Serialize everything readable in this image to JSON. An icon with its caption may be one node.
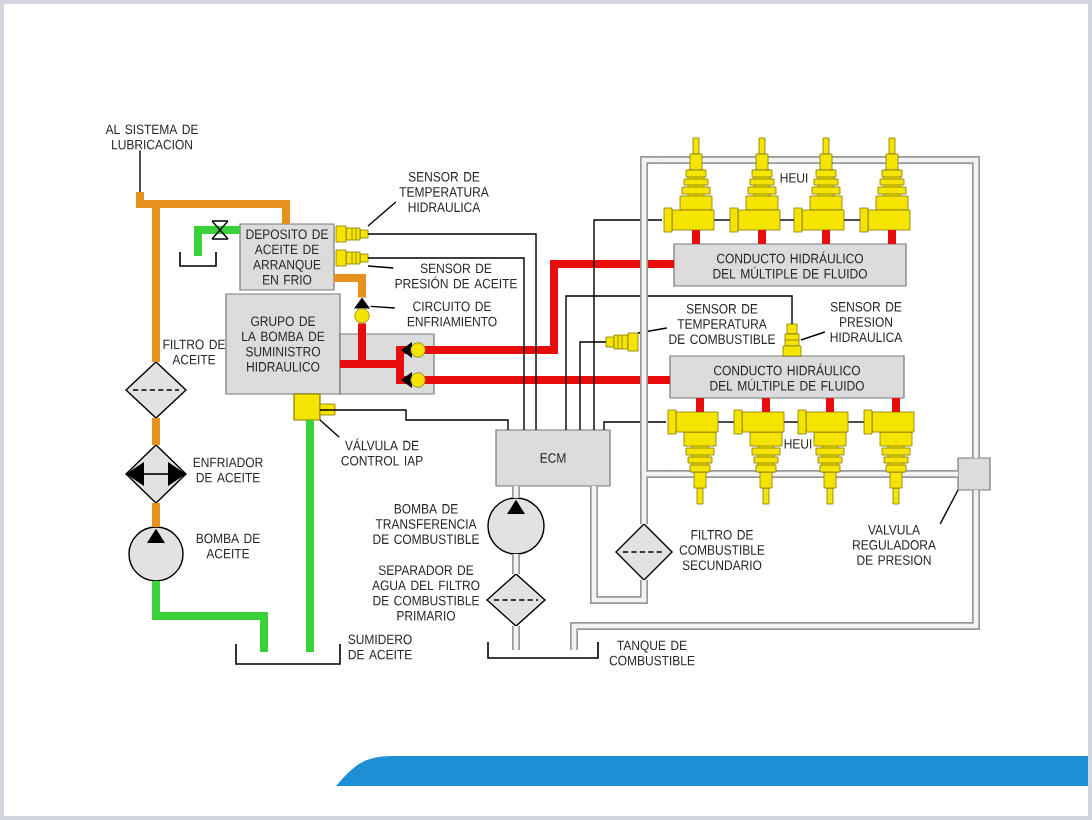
{
  "diagram": {
    "nodes": [
      {
        "text": [
          "AL SISTEMA DE LUBRICACION"
        ]
      },
      {
        "text": [],
        "shape": "diamond",
        "beside": [
          "FILTRO DE ACEITE"
        ]
      },
      {
        "text": [],
        "shape": "diamond",
        "beside": [
          "ENFRIADOR DE ACEITE"
        ]
      },
      {
        "text": [],
        "shape": "circle",
        "beside": [
          "BOMBA DE ACEITE"
        ]
      },
      {
        "text": [],
        "shape": "tray",
        "beside": [
          "SUMIDERO DE ACEITE"
        ]
      },
      {
        "text": [
          "DEPOSITO DE ACEITE DE ARRANQUE EN FRIO"
        ]
      },
      {
        "text": [],
        "shape": "tray"
      },
      {
        "text": [
          "GRUPO DE LA BOMBA DE SUMINISTRO HIDRAULICO"
        ]
      },
      {
        "text": [],
        "shape": "box"
      },
      {
        "text": [],
        "shape": "box"
      },
      {
        "text": [
          "VÁLVULA DE CONTROL IAP"
        ]
      },
      {
        "text": [],
        "shape": "picture"
      },
      {
        "text": [
          "SENSOR DE TEMPERATURA HIDRAULICA"
        ]
      },
      {
        "text": [],
        "shape": "picture"
      },
      {
        "text": [
          "SENSOR DE PRESIÓN DE ACEITE"
        ]
      },
      {
        "text": [
          "CIRCUITO DE ENFRIAMIENTO"
        ]
      },
      {
        "text": [
          "CONDUCTO HIDRÁULICO DEL MÚLTIPLE DE FLUIDO"
        ]
      },
      {
        "text": [
          "CONDUCTO HIDRÁULICO DEL MÚLTIPLE DE FLUIDO"
        ]
      },
      {
        "text": [],
        "shape": "picture"
      },
      {
        "text": [
          "SENSOR DE TEMPERATURA DE COMBUSTIBLE"
        ]
      },
      {
        "text": [],
        "shape": "picture"
      },
      {
        "text": [
          "SENSOR DE PRESION HIDRAULICA"
        ]
      },
      {
        "text": [
          "HEUI"
        ]
      },
      {
        "text": [
          "HEUI"
        ]
      },
      {
        "text": [
          "ECM"
        ]
      },
      {
        "text": [],
        "shape": "circle",
        "beside": [
          "BOMBA DE TRANSFERENCIA DE COMBUSTIBLE"
        ]
      },
      {
        "text": [],
        "shape": "diamond",
        "beside": [
          "SEPARADOR DE AGUA DEL FILTRO DE COMBUSTIBLE PRIMARIO"
        ]
      },
      {
        "text": [],
        "shape": "tray",
        "beside": [
          "TANQUE DE COMBUSTIBLE"
        ]
      },
      {
        "text": [],
        "shape": "diamond",
        "beside": [
          "FILTRO DE COMBUSTIBLE SECUNDARIO"
        ]
      },
      {
        "text": [],
        "shape": "box"
      },
      {
        "text": [
          "VALVULA REGULADORA DE PRESION"
        ]
      },
      {
        "text": [],
        "shape": "circle"
      }
    ],
    "edges": [
      {
        "from": 0,
        "to": null,
        "arrow": "none"
      },
      {
        "from": 1,
        "to": 5,
        "arrow": "none",
        "color": "#e8901e"
      },
      {
        "from": 3,
        "to": 2,
        "arrow": "none",
        "color": "#e8901e"
      },
      {
        "from": 2,
        "to": 1,
        "arrow": "none",
        "color": "#e8901e"
      },
      {
        "from": 4,
        "to": 3,
        "arrow": "none",
        "color": "#3ad13a"
      },
      {
        "from": 5,
        "to": 6,
        "arrow": "none",
        "color": "#3ad13a"
      },
      {
        "from": 5,
        "to": 31,
        "arrow": "none",
        "color": "#e8901e"
      },
      {
        "from": 9,
        "to": 4,
        "arrow": "none",
        "color": "#3ad13a"
      },
      {
        "from": 8,
        "to": 16,
        "arrow": "none",
        "color": "#e80c0c"
      },
      {
        "from": 8,
        "to": 17,
        "arrow": "none",
        "color": "#e80c0c"
      },
      {
        "from": 16,
        "to": 22,
        "arrow": "none",
        "color": "#e80c0c"
      },
      {
        "from": 16,
        "to": 22,
        "arrow": "none",
        "color": "#e80c0c"
      },
      {
        "from": 16,
        "to": 22,
        "arrow": "none",
        "color": "#e80c0c"
      },
      {
        "from": 16,
        "to": 22,
        "arrow": "none",
        "color": "#e80c0c"
      },
      {
        "from": 17,
        "to": 23,
        "arrow": "none",
        "color": "#e80c0c"
      },
      {
        "from": 17,
        "to": 23,
        "arrow": "none",
        "color": "#e80c0c"
      },
      {
        "from": 17,
        "to": 23,
        "arrow": "none",
        "color": "#e80c0c"
      },
      {
        "from": 17,
        "to": 23,
        "arrow": "none",
        "color": "#e80c0c"
      },
      {
        "from": 11,
        "to": 24,
        "arrow": "none"
      },
      {
        "from": 13,
        "to": 24,
        "arrow": "none"
      },
      {
        "from": 9,
        "to": 24,
        "arrow": "none"
      },
      {
        "from": 18,
        "to": 24,
        "arrow": "none"
      },
      {
        "from": 20,
        "to": 24,
        "arrow": "none"
      },
      {
        "from": 24,
        "to": 22,
        "arrow": "none"
      },
      {
        "from": 24,
        "to": 23,
        "arrow": "none"
      },
      {
        "from": 12,
        "to": 11,
        "arrow": "none"
      },
      {
        "from": 14,
        "to": 13,
        "arrow": "none"
      },
      {
        "from": 15,
        "to": 31,
        "arrow": "none"
      },
      {
        "from": 10,
        "to": 9,
        "arrow": "none"
      },
      {
        "from": 19,
        "to": 18,
        "arrow": "none"
      },
      {
        "from": 21,
        "to": 20,
        "arrow": "none"
      },
      {
        "from": 30,
        "to": 29,
        "arrow": "none"
      },
      {
        "from": 27,
        "to": 26,
        "arrow": "none",
        "color": "#9a9a9a"
      },
      {
        "from": 26,
        "to": 25,
        "arrow": "none",
        "color": "#9a9a9a"
      },
      {
        "from": 25,
        "to": 24,
        "arrow": "none",
        "color": "#9a9a9a"
      },
      {
        "from": 24,
        "to": 28,
        "arrow": "none",
        "color": "#9a9a9a"
      },
      {
        "from": 28,
        "to": 22,
        "arrow": "none",
        "color": "#9a9a9a"
      },
      {
        "from": 22,
        "to": 29,
        "arrow": "none",
        "color": "#9a9a9a"
      },
      {
        "from": 28,
        "to": 23,
        "arrow": "none",
        "color": "#9a9a9a"
      },
      {
        "from": 23,
        "to": 29,
        "arrow": "none",
        "color": "#9a9a9a"
      },
      {
        "from": 29,
        "to": 27,
        "arrow": "none",
        "color": "#9a9a9a"
      },
      {
        "from": 31,
        "to": 8,
        "arrow": "none",
        "color": "#e80c0c"
      }
    ]
  }
}
